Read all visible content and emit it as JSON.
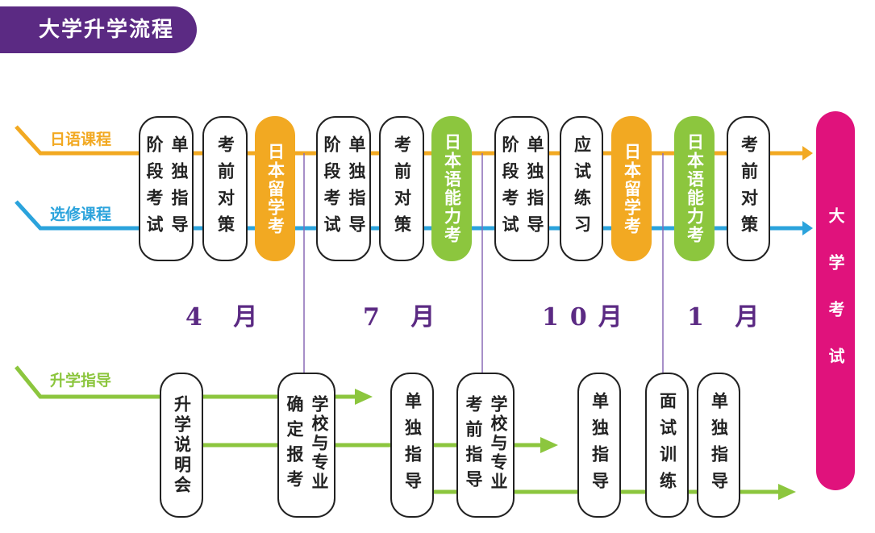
{
  "title": "大学升学流程",
  "tracks": {
    "japanese": {
      "label": "日语课程",
      "color": "#f2a922"
    },
    "elective": {
      "label": "选修课程",
      "color": "#2ba3dc"
    },
    "guidance": {
      "label": "升学指导",
      "color": "#8cc63e"
    }
  },
  "boxes": {
    "b1": {
      "col1": "阶段考试",
      "col2": "单独指导"
    },
    "b2": "考前对策",
    "e1": "日本留学考",
    "b3": {
      "col1": "阶段考试",
      "col2": "单独指导"
    },
    "b4": "考前对策",
    "e2": "日本语能力考",
    "b5": {
      "col1": "阶段考试",
      "col2": "单独指导"
    },
    "b6": "应试练习",
    "e3": "日本留学考",
    "e4": "日本语能力考",
    "b7": "考前对策"
  },
  "months": [
    "4 月",
    "7 月",
    "10月",
    "1 月"
  ],
  "guidance_boxes": {
    "g1": "升学说明会",
    "g2": {
      "col1": "确定报考",
      "col2": "学校与专业"
    },
    "g3": "单独指导",
    "g4": {
      "col1": "考前指导",
      "col2": "学校与专业"
    },
    "g5": "单独指导",
    "g6": "面试训练",
    "g7": "单独指导"
  },
  "final": "大学考试",
  "colors": {
    "purple": "#5b2a83",
    "orange": "#f2a922",
    "blue": "#2ba3dc",
    "green": "#8cc63e",
    "magenta": "#e0127c"
  }
}
